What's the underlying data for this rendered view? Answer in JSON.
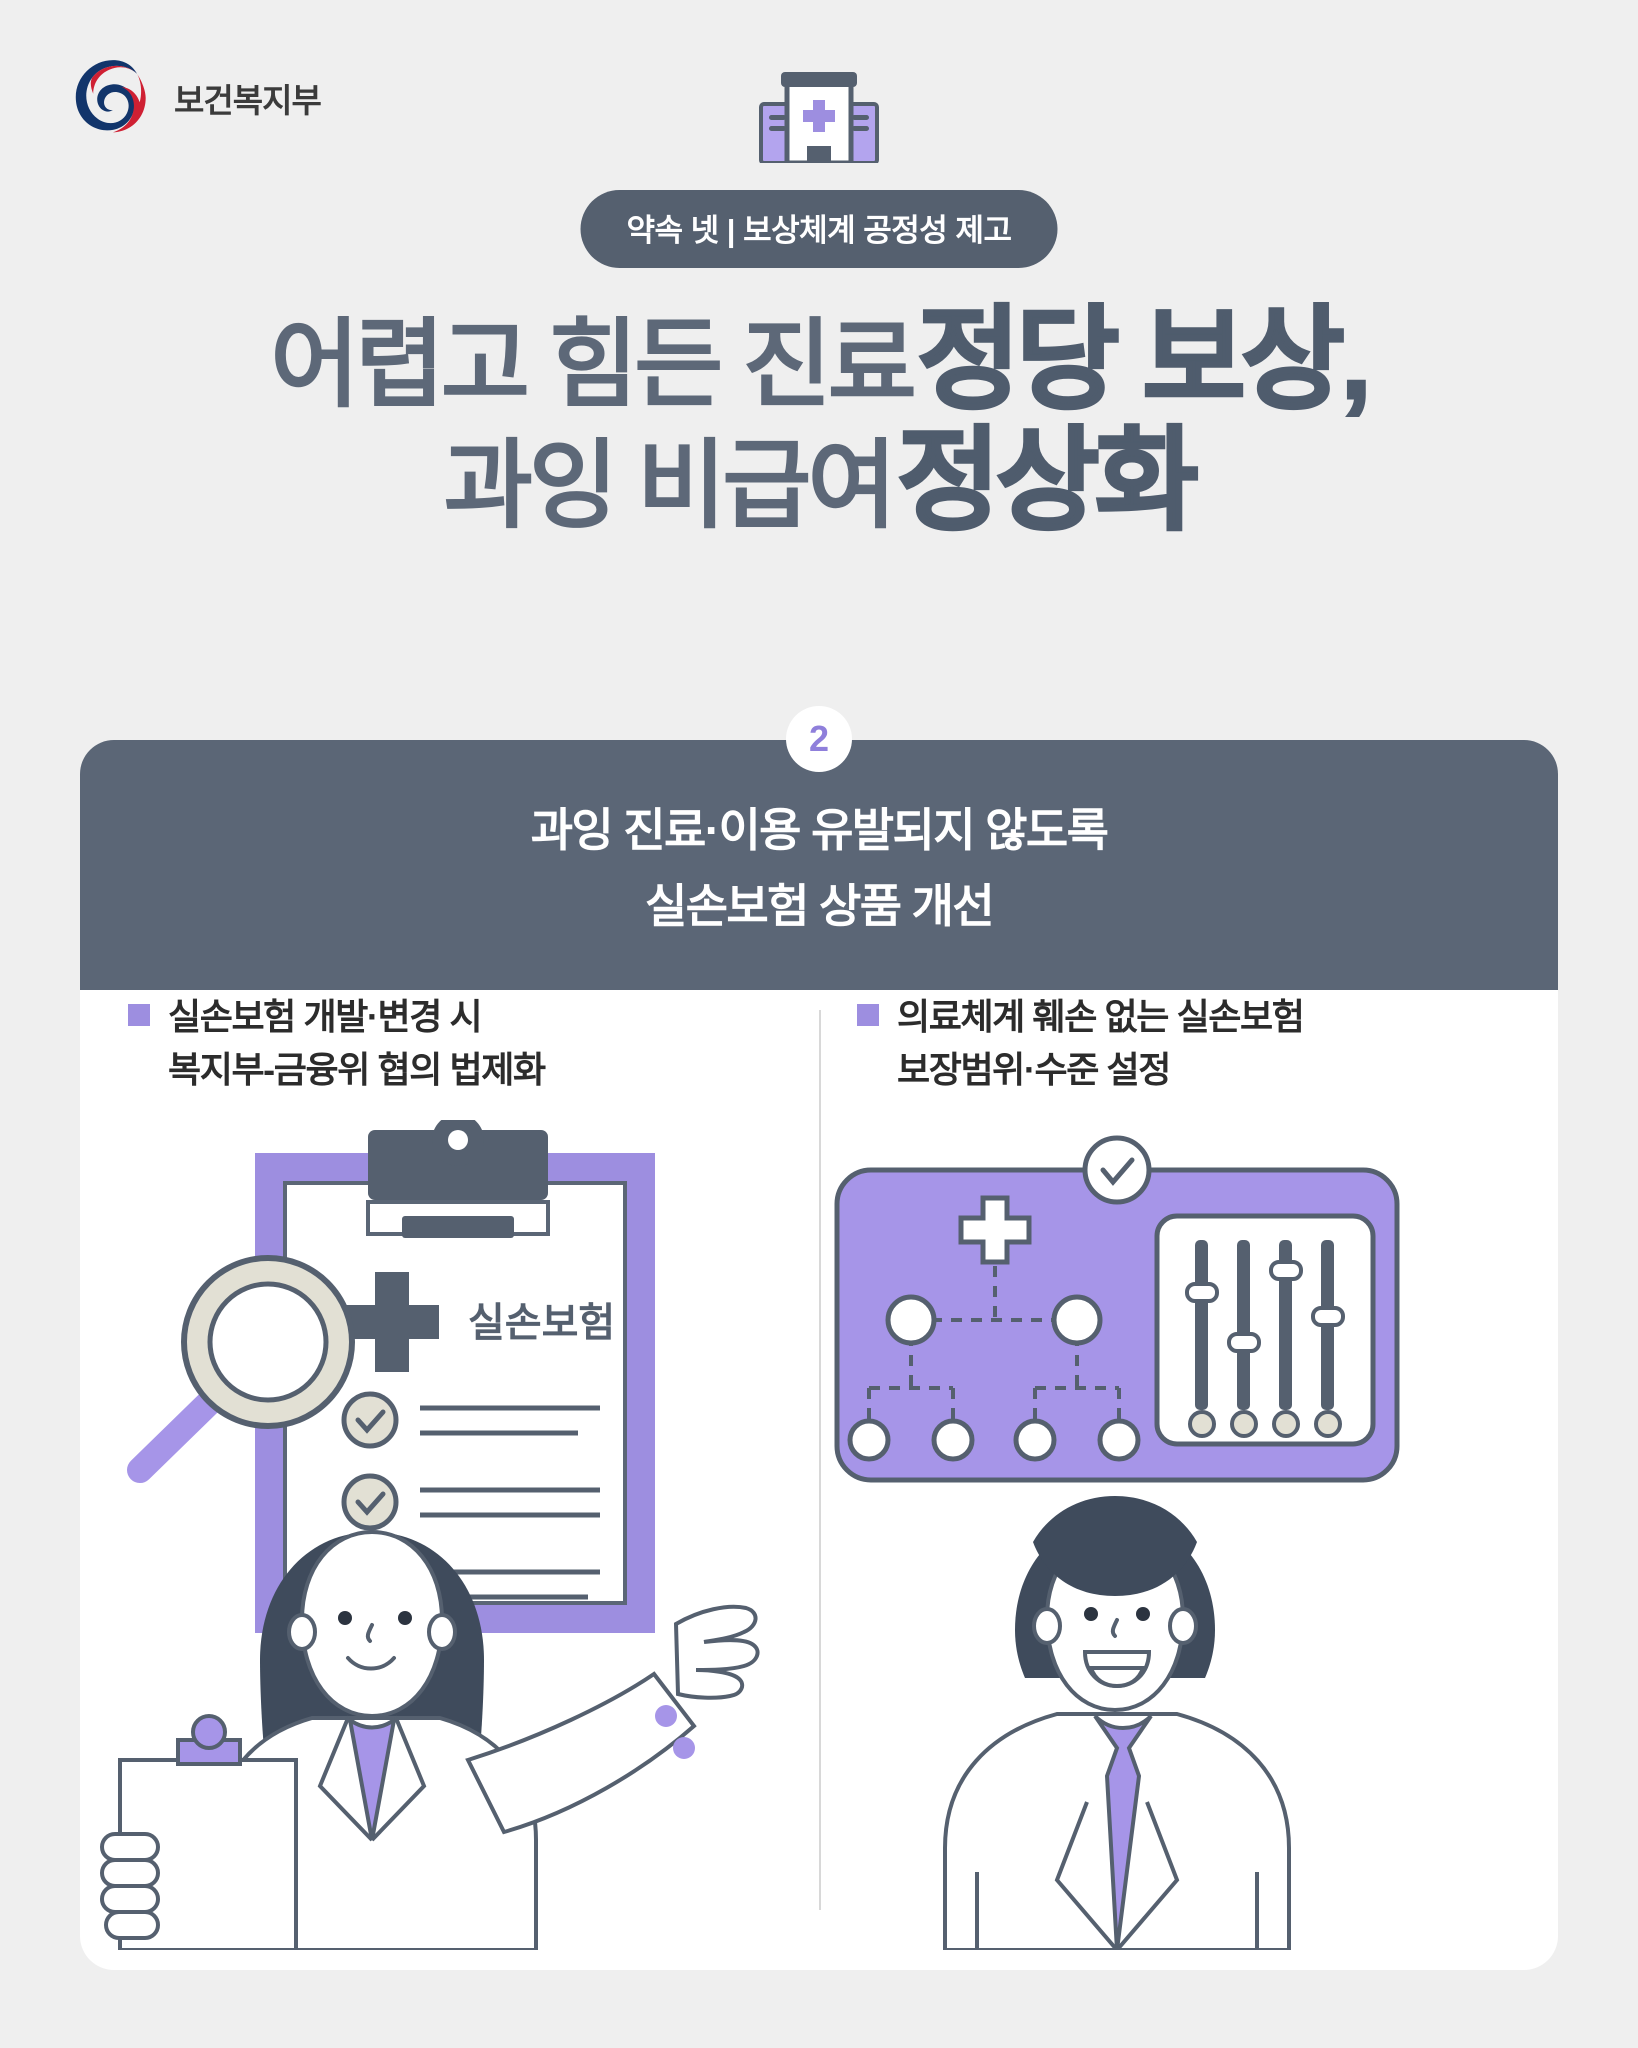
{
  "ministry": {
    "name": "보건복지부",
    "logo_icon": "korea-government-taegeuk-logo",
    "colors": {
      "navy": "#12356b",
      "red": "#cf2033"
    }
  },
  "hospital_icon": {
    "name": "hospital-building-icon",
    "cross_color": "#9d8ee0",
    "roof_color": "#55606f"
  },
  "badge": {
    "label": "약속 넷 | 보상체계 공정성 제고",
    "bg": "#55606f",
    "text_color": "#ffffff"
  },
  "headline": {
    "line1_light": "어렵고 힘든 진료",
    "line1_heavy": "정당 보상,",
    "line2_light": "과잉 비급여",
    "line2_heavy": "정상화",
    "light_color": "#5d6878",
    "heavy_color": "#4f5c6d"
  },
  "card": {
    "step_number": "2",
    "step_number_color": "#8f7fdb",
    "header_bg": "#5b6676",
    "header_line1": "과잉 진료·이용 유발되지 않도록",
    "header_line2": "실손보험 상품 개선"
  },
  "columns": [
    {
      "bullet_color": "#9d8ee0",
      "text_line1": "실손보험 개발·변경 시",
      "text_line2": "복지부-금융위 협의 법제화",
      "illustration": "magnifier-clipboard-female-doctor",
      "clipboard_label": "실손보험",
      "checklist_items": 3
    },
    {
      "bullet_color": "#9d8ee0",
      "text_line1": "의료체계 훼손 없는 실손보험",
      "text_line2": "보장범위·수준 설정",
      "illustration": "hierarchy-sliders-panel-male-doctor",
      "slider_count": 4,
      "tree_leaf_nodes": 4
    }
  ],
  "palette": {
    "background": "#efefef",
    "slate": "#4f5c6d",
    "slate_light": "#5b6676",
    "purple": "#9d8ee0",
    "purple_light": "#b3a4ee",
    "white": "#ffffff",
    "khaki": "#e2e0d4"
  }
}
